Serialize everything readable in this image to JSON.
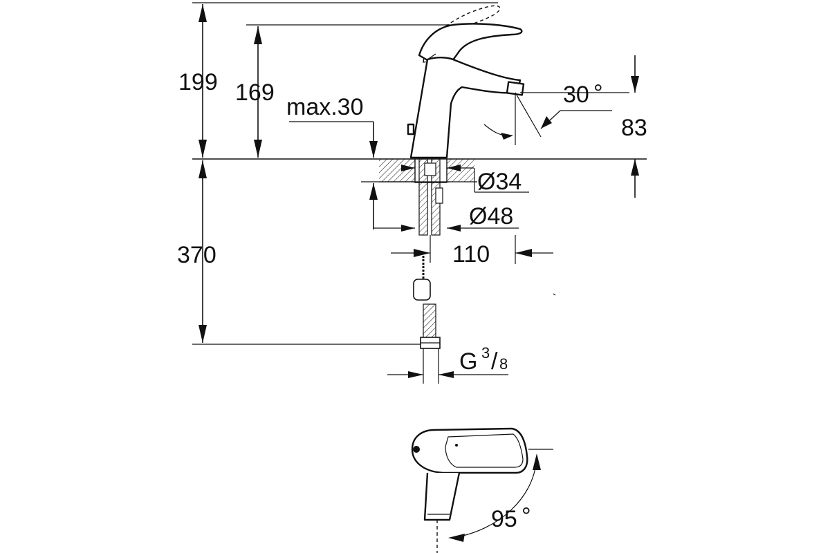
{
  "drawing": {
    "dimensions": {
      "total_height": "199",
      "spout_height": "169",
      "max_thickness": "max.30",
      "spout_angle": "30",
      "degree_symbol": "°",
      "outlet_height": "83",
      "hole_diameter": "Ø34",
      "base_diameter": "Ø48",
      "projection": "110",
      "below_counter": "370",
      "thread_letter": "G",
      "thread_numerator": "3",
      "thread_slash": "/",
      "thread_denominator": "8",
      "lever_rotation": "95"
    },
    "colors": {
      "line": "#111111",
      "background": "#ffffff"
    }
  }
}
